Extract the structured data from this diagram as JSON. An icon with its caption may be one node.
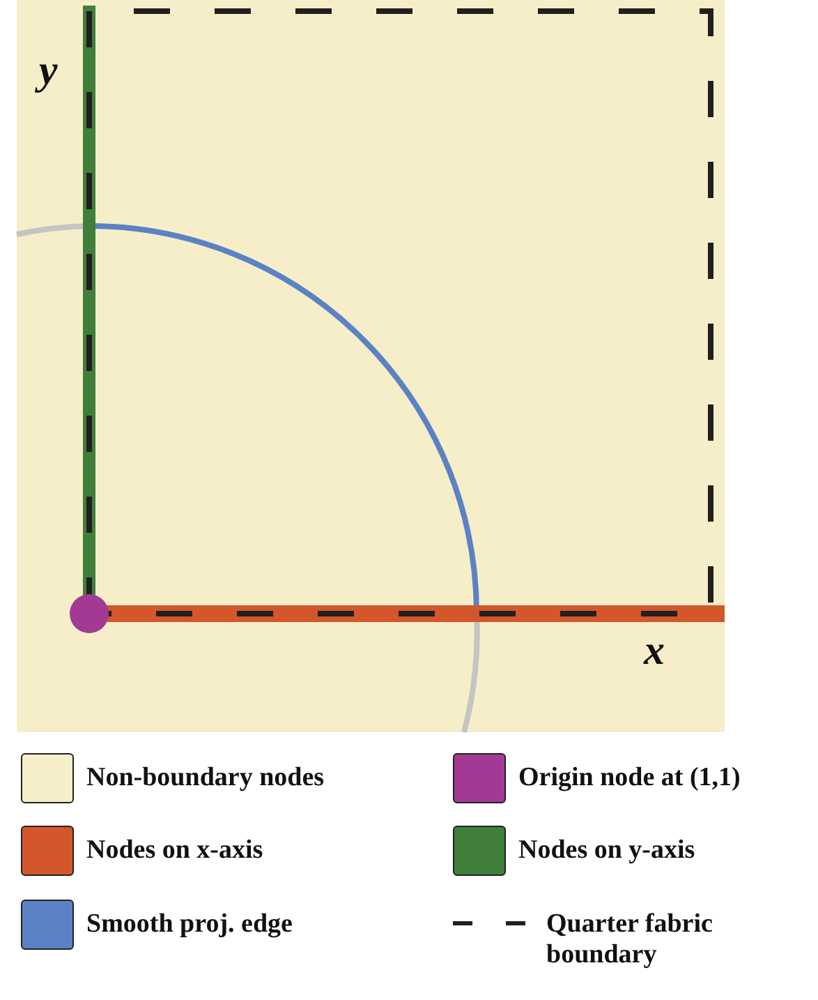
{
  "diagram": {
    "labels": [
      "y",
      "x"
    ],
    "legend": [
      {
        "text": "Non-boundary nodes",
        "color": "#f5eec8"
      },
      {
        "text": "Origin node at (1,1)",
        "color": "#a23a93"
      },
      {
        "text": "Nodes on x-axis",
        "color": "#d4562b"
      },
      {
        "text": "Nodes on y-axis",
        "color": "#3f7f3a"
      },
      {
        "text": "Smooth proj. edge",
        "color": "#5b82c4"
      },
      {
        "text": "Quarter fabric boundary"
      }
    ]
  }
}
